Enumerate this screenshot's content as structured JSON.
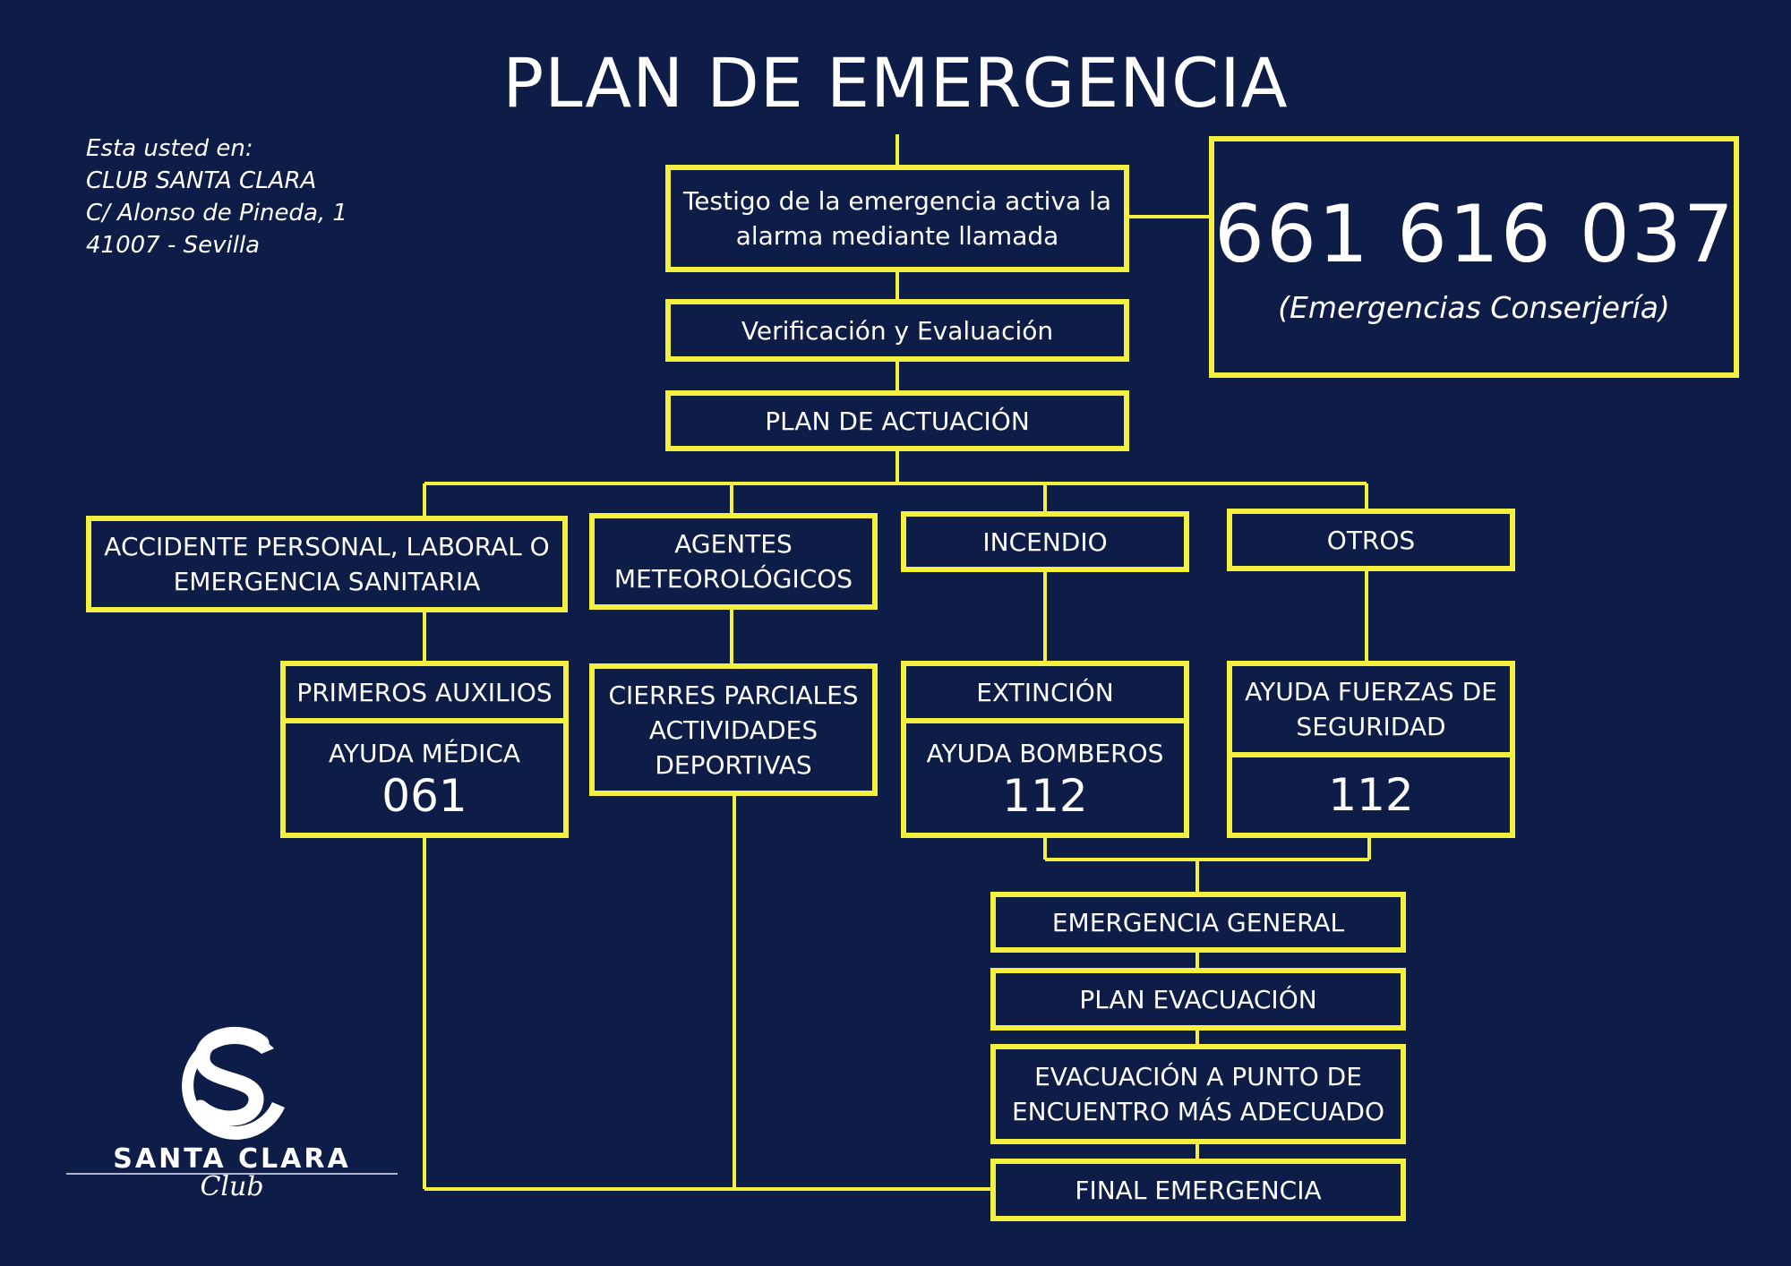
{
  "title": "PLAN DE EMERGENCIA",
  "address": {
    "line1": "Esta usted en:",
    "line2": "CLUB SANTA CLARA",
    "line3": "C/ Alonso de Pineda, 1",
    "line4": "41007 - Sevilla"
  },
  "phone": {
    "number": "661 616 037",
    "label": "(Emergencias Conserjería)"
  },
  "flow": {
    "testigo": "Testigo de la emergencia activa la alarma mediante llamada",
    "verificacion": "Verificación y Evaluación",
    "plan_actuacion": "PLAN DE ACTUACIÓN",
    "accidente": "ACCIDENTE PERSONAL, LABORAL O EMERGENCIA SANITARIA",
    "agentes": "AGENTES METEOROLÓGICOS",
    "incendio": "INCENDIO",
    "otros": "OTROS",
    "primeros_auxilios": "PRIMEROS AUXILIOS",
    "ayuda_medica": "AYUDA MÉDICA",
    "ayuda_medica_num": "061",
    "cierres": "CIERRES PARCIALES ACTIVIDADES DEPORTIVAS",
    "extincion": "EXTINCIÓN",
    "ayuda_bomberos": "AYUDA BOMBEROS",
    "ayuda_bomberos_num": "112",
    "ayuda_fuerzas": "AYUDA FUERZAS DE SEGURIDAD",
    "ayuda_fuerzas_num": "112",
    "emergencia_general": "EMERGENCIA GENERAL",
    "plan_evacuacion": "PLAN EVACUACIÓN",
    "evacuacion_punto": "EVACUACIÓN A PUNTO DE ENCUENTRO MÁS ADECUADO",
    "final": "FINAL EMERGENCIA"
  },
  "logo": {
    "name": "SANTA CLARA",
    "script": "Club"
  },
  "colors": {
    "background": "#0e1d47",
    "border": "#f4f03f",
    "text": "#ffffff"
  }
}
